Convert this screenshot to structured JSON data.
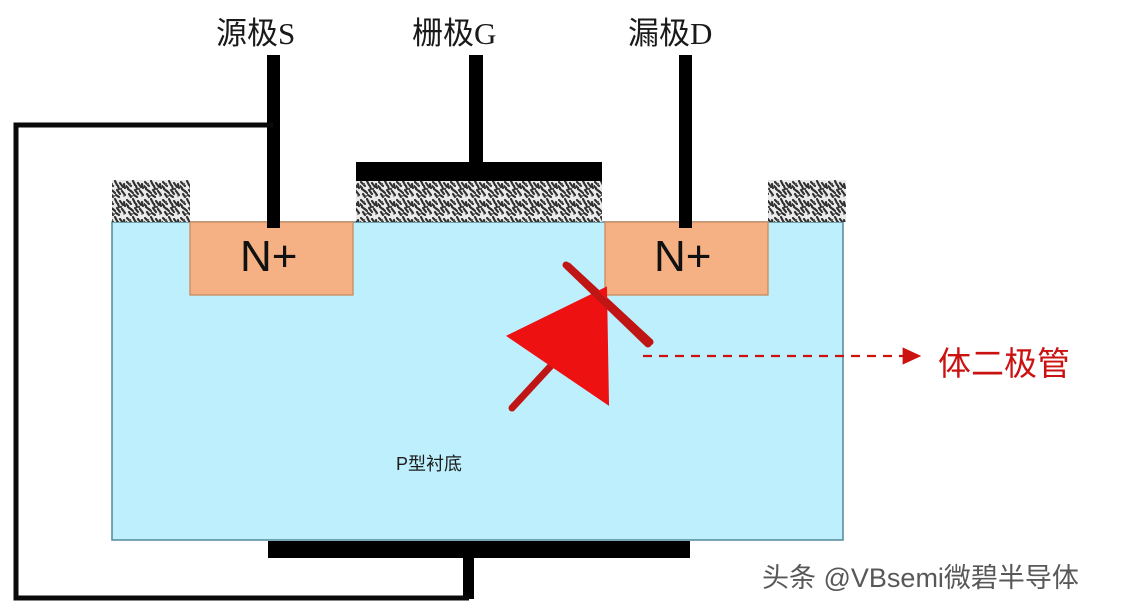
{
  "diagram": {
    "title_terminals": {
      "source": "源极S",
      "gate": "栅极G",
      "drain": "漏极D"
    },
    "regions": {
      "n_plus_left": "N+",
      "n_plus_right": "N+",
      "substrate": "P型衬底"
    },
    "annotations": {
      "body_diode": "体二极管"
    },
    "watermark": "头条 @VBsemi微碧半导体",
    "colors": {
      "substrate_fill": "#bdeffd",
      "substrate_stroke": "#5a8f9e",
      "n_plus_fill": "#f5b183",
      "n_plus_stroke": "#c98b5e",
      "oxide_base": "#e8e8e8",
      "oxide_speckle": "#3a3a3a",
      "metal": "#000000",
      "diode_red": "#ee1111",
      "diode_lead_red": "#c01515",
      "annotation_red": "#cc1111",
      "watermark_gray": "#4a4a4a"
    }
  }
}
